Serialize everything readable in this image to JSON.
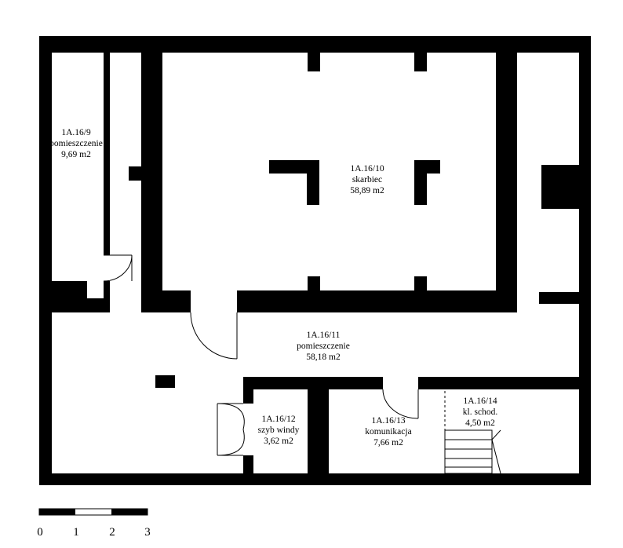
{
  "colors": {
    "wall": "#000000",
    "background": "#ffffff",
    "door_line": "#000000"
  },
  "rooms": [
    {
      "id": "room-1a-16-9",
      "number": "1A.16/9",
      "name": "pomieszczenie",
      "area": "9,69 m2"
    },
    {
      "id": "room-1a-16-10",
      "number": "1A.16/10",
      "name": "skarbiec",
      "area": "58,89 m2"
    },
    {
      "id": "room-1a-16-11",
      "number": "1A.16/11",
      "name": "pomieszczenie",
      "area": "58,18 m2"
    },
    {
      "id": "room-1a-16-12",
      "number": "1A.16/12",
      "name": "szyb windy",
      "area": "3,62 m2"
    },
    {
      "id": "room-1a-16-13",
      "number": "1A.16/13",
      "name": "komunikacja",
      "area": "7,66 m2"
    },
    {
      "id": "room-1a-16-14",
      "number": "1A.16/14",
      "name": "kl. schod.",
      "area": "4,50 m2"
    }
  ],
  "scale_bar": {
    "labels": [
      "0",
      "1",
      "2",
      "3"
    ]
  }
}
